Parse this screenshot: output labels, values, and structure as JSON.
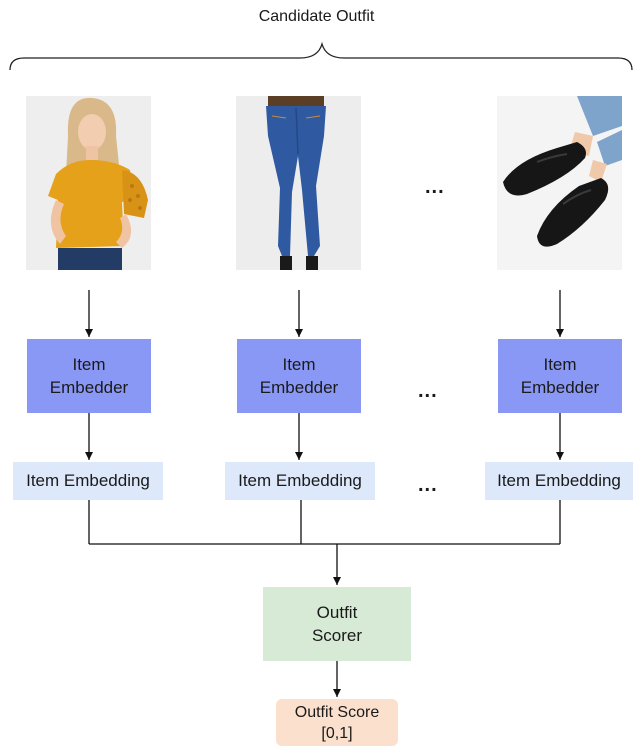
{
  "title": "Candidate Outfit",
  "images": [
    {
      "icon": "model-wearing-yellow-top-photo"
    },
    {
      "icon": "model-wearing-blue-jeans-photo"
    },
    {
      "icon": "black-loafer-shoes-photo"
    }
  ],
  "ellipsis": "...",
  "embedder_label": [
    "Item",
    "Embedder"
  ],
  "embedding_label": "Item Embedding",
  "scorer_label": [
    "Outfit",
    "Scorer"
  ],
  "score_label": [
    "Outfit Score",
    "[0,1]"
  ]
}
